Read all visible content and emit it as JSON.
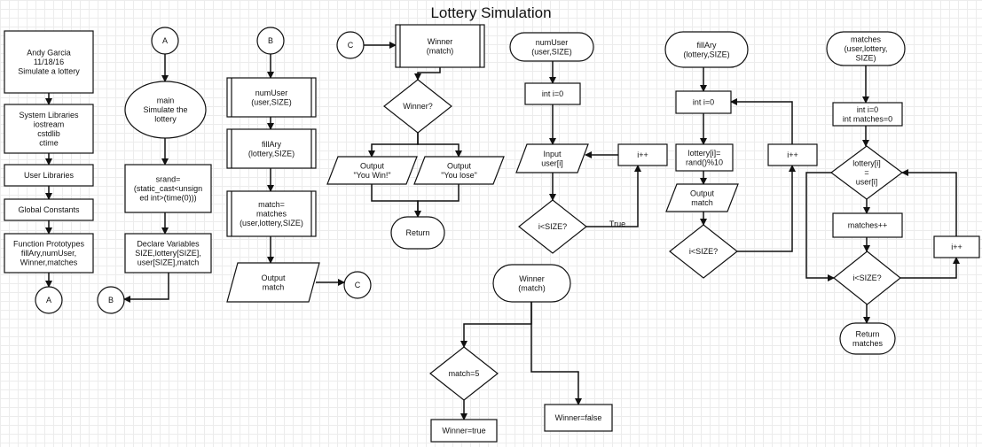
{
  "title": "Lottery Simulation",
  "nodes": [
    {
      "id": "header",
      "name": "header-box",
      "shape": "rect",
      "lines": [
        "Andy Garcia",
        "11/18/16",
        "Simulate a lottery"
      ]
    },
    {
      "id": "syslib",
      "name": "system-libraries-box",
      "shape": "rect",
      "lines": [
        "System Libraries",
        "iostream",
        "cstdlib",
        "ctime"
      ]
    },
    {
      "id": "userlib",
      "name": "user-libraries-box",
      "shape": "rect",
      "lines": [
        "User Libraries"
      ]
    },
    {
      "id": "globals",
      "name": "global-constants-box",
      "shape": "rect",
      "lines": [
        "Global Constants"
      ]
    },
    {
      "id": "protos",
      "name": "function-prototypes-box",
      "shape": "rect",
      "lines": [
        "Function Prototypes",
        "fillAry,numUser,",
        "Winner,matches"
      ]
    },
    {
      "id": "conA1",
      "name": "connector-a-exit",
      "shape": "circle",
      "lines": [
        "A"
      ]
    },
    {
      "id": "conA2",
      "name": "connector-a-entry",
      "shape": "circle",
      "lines": [
        "A"
      ]
    },
    {
      "id": "main",
      "name": "main-ellipse",
      "shape": "ellipse",
      "lines": [
        "main",
        "Simulate the",
        "lottery"
      ]
    },
    {
      "id": "srand",
      "name": "srand-box",
      "shape": "rect",
      "lines": [
        "srand=",
        "(static_cast<unsign",
        "ed int>(time(0)))"
      ]
    },
    {
      "id": "declare",
      "name": "declare-variables-box",
      "shape": "rect",
      "lines": [
        "Declare Variables",
        "SIZE,lottery[SIZE],",
        "user[SIZE],match"
      ]
    },
    {
      "id": "conB1",
      "name": "connector-b-exit",
      "shape": "circle",
      "lines": [
        "B"
      ]
    },
    {
      "id": "conB2",
      "name": "connector-b-entry",
      "shape": "circle",
      "lines": [
        "B"
      ]
    },
    {
      "id": "callNum",
      "name": "call-numuser-box",
      "shape": "proc",
      "lines": [
        "numUser",
        "(user,SIZE)"
      ]
    },
    {
      "id": "callFill",
      "name": "call-fillary-box",
      "shape": "proc",
      "lines": [
        "fillAry",
        "(lottery,SIZE)"
      ]
    },
    {
      "id": "callMatch",
      "name": "call-matches-box",
      "shape": "proc",
      "lines": [
        "match=",
        "matches",
        "(user,lottery,SIZE)"
      ]
    },
    {
      "id": "outMatch",
      "name": "output-match-parallelogram",
      "shape": "para",
      "lines": [
        "Output",
        "match"
      ]
    },
    {
      "id": "conC1",
      "name": "connector-c-exit",
      "shape": "circle",
      "lines": [
        "C"
      ]
    },
    {
      "id": "conC2",
      "name": "connector-c-entry",
      "shape": "circle",
      "lines": [
        "C"
      ]
    },
    {
      "id": "callWin",
      "name": "call-winner-box",
      "shape": "proc",
      "lines": [
        "Winner",
        "(match)"
      ]
    },
    {
      "id": "winQ",
      "name": "winner-decision",
      "shape": "diamond",
      "lines": [
        "Winner?"
      ]
    },
    {
      "id": "outWin",
      "name": "output-you-win",
      "shape": "para",
      "lines": [
        "Output",
        "\"You Win!\""
      ]
    },
    {
      "id": "outLose",
      "name": "output-you-lose",
      "shape": "para",
      "lines": [
        "Output",
        "\"You lose\""
      ]
    },
    {
      "id": "ret1",
      "name": "main-return-terminal",
      "shape": "term",
      "lines": [
        "Return"
      ]
    },
    {
      "id": "nuStart",
      "name": "numuser-start-terminal",
      "shape": "term",
      "lines": [
        "numUser",
        "(user,SIZE)"
      ]
    },
    {
      "id": "nuInit",
      "name": "numuser-init-box",
      "shape": "rect",
      "lines": [
        "int i=0"
      ]
    },
    {
      "id": "nuInput",
      "name": "numuser-input-parallelogram",
      "shape": "para",
      "lines": [
        "Input",
        "user[i]"
      ]
    },
    {
      "id": "nuQ",
      "name": "numuser-size-decision",
      "shape": "diamond",
      "lines": [
        "i<SIZE?"
      ]
    },
    {
      "id": "nuInc",
      "name": "numuser-increment-box",
      "shape": "rect",
      "lines": [
        "i++"
      ]
    },
    {
      "id": "fStart",
      "name": "fillary-start-terminal",
      "shape": "term",
      "lines": [
        "fillAry",
        "(lottery,SIZE)"
      ]
    },
    {
      "id": "fInit",
      "name": "fillary-init-box",
      "shape": "rect",
      "lines": [
        "int i=0"
      ]
    },
    {
      "id": "fAssign",
      "name": "fillary-assign-box",
      "shape": "rect",
      "lines": [
        "lottery[i]=",
        "rand()%10"
      ]
    },
    {
      "id": "fOut",
      "name": "fillary-output-parallelogram",
      "shape": "para",
      "lines": [
        "Output",
        "match"
      ]
    },
    {
      "id": "fQ",
      "name": "fillary-size-decision",
      "shape": "diamond",
      "lines": [
        "i<SIZE?"
      ]
    },
    {
      "id": "fInc",
      "name": "fillary-increment-box",
      "shape": "rect",
      "lines": [
        "i++"
      ]
    },
    {
      "id": "mStart",
      "name": "matches-start-terminal",
      "shape": "term",
      "lines": [
        "matches",
        "(user,lottery,",
        "SIZE)"
      ]
    },
    {
      "id": "mInit",
      "name": "matches-init-box",
      "shape": "rect",
      "lines": [
        "int i=0",
        "int matches=0"
      ]
    },
    {
      "id": "mQ1",
      "name": "matches-equal-decision",
      "shape": "diamond",
      "lines": [
        "lottery[i]",
        "=",
        "user[i]"
      ]
    },
    {
      "id": "mInc1",
      "name": "matches-count-box",
      "shape": "rect",
      "lines": [
        "matches++"
      ]
    },
    {
      "id": "mQ2",
      "name": "matches-size-decision",
      "shape": "diamond",
      "lines": [
        "i<SIZE?"
      ]
    },
    {
      "id": "mInc2",
      "name": "matches-increment-box",
      "shape": "rect",
      "lines": [
        "i++"
      ]
    },
    {
      "id": "mRet",
      "name": "matches-return-terminal",
      "shape": "term",
      "lines": [
        "Return",
        "matches"
      ]
    },
    {
      "id": "wStart",
      "name": "winner-start-terminal",
      "shape": "term",
      "lines": [
        "Winner",
        "(match)"
      ]
    },
    {
      "id": "wQ",
      "name": "winner-match-decision",
      "shape": "diamond",
      "lines": [
        "match=5"
      ]
    },
    {
      "id": "wTrue",
      "name": "winner-true-box",
      "shape": "rect",
      "lines": [
        "Winner=true"
      ]
    },
    {
      "id": "wFalse",
      "name": "winner-false-box",
      "shape": "rect",
      "lines": [
        "Winner=false"
      ]
    }
  ],
  "edge_labels": [
    {
      "id": "lblTrue",
      "name": "true-edge-label",
      "text": "True"
    }
  ]
}
